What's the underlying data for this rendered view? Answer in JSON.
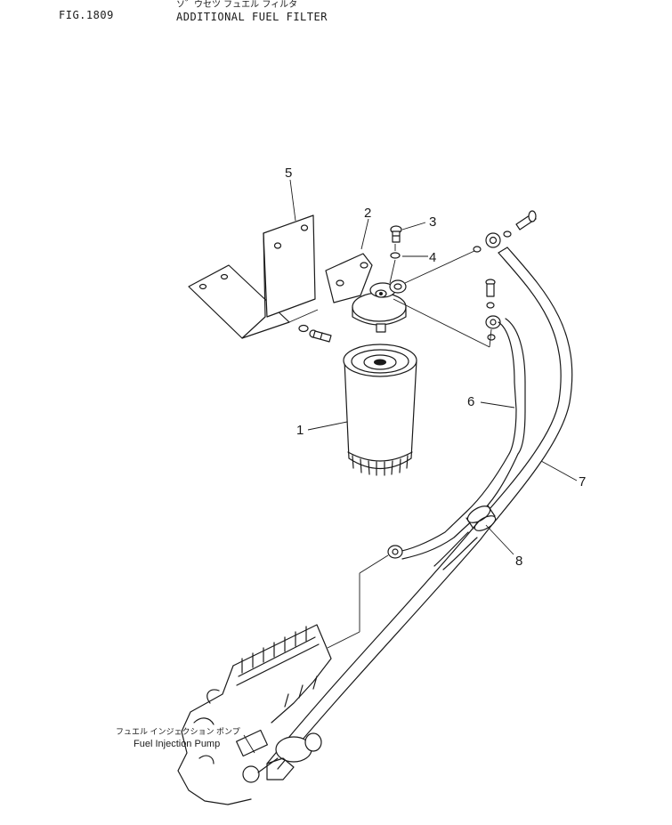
{
  "header": {
    "figure_number": "FIG.1809",
    "title_japanese": "ソ゛ウセツ フュエル フィルタ",
    "title_english": "ADDITIONAL FUEL FILTER"
  },
  "callouts": [
    "1",
    "2",
    "3",
    "4",
    "5",
    "6",
    "7",
    "8"
  ],
  "pump_label": {
    "japanese": "フュエル インジェクション ポンプ",
    "english": "Fuel Injection Pump"
  }
}
